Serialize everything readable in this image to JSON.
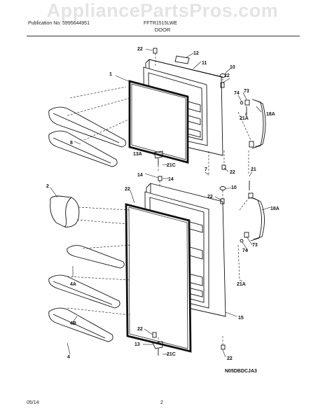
{
  "watermark": "AppliancePartsPros.com",
  "header": {
    "publication": "Publication No: 5995644951",
    "model": "FFTR1515LWE",
    "section": "DOOR"
  },
  "footer": {
    "date": "05/14",
    "page": "2"
  },
  "diagram_code": "N05DBDCJA3",
  "part_labels": [
    "22",
    "12",
    "11",
    "1",
    "10",
    "22",
    "73",
    "74",
    "18A",
    "21A",
    "8",
    "13A",
    "21C",
    "22",
    "14",
    "7",
    "2",
    "22",
    "14",
    "10",
    "22",
    "21",
    "18A",
    "4A",
    "73",
    "74",
    "21A",
    "15",
    "4B",
    "22",
    "13",
    "21C",
    "4",
    "22"
  ]
}
